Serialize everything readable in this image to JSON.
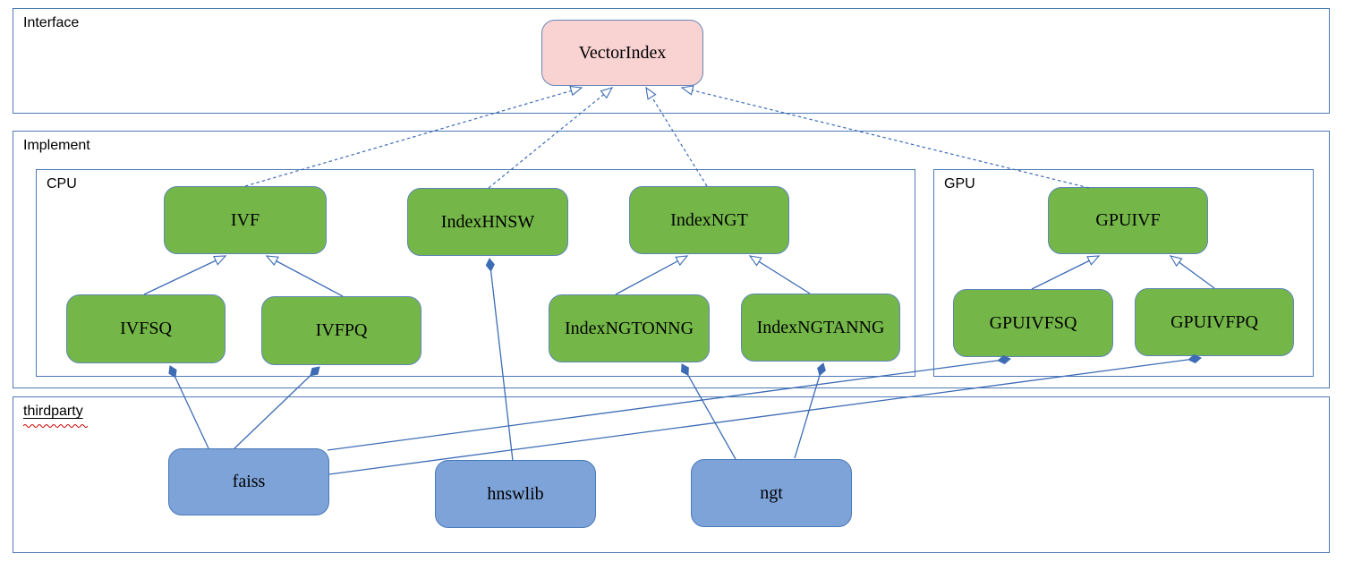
{
  "containers": {
    "interface": {
      "label": "Interface"
    },
    "implement": {
      "label": "Implement"
    },
    "cpu": {
      "label": "CPU"
    },
    "gpu": {
      "label": "GPU"
    },
    "thirdparty": {
      "label": "thirdparty"
    }
  },
  "nodes": {
    "vectorindex": {
      "label": "VectorIndex",
      "layer": "interface"
    },
    "ivf": {
      "label": "IVF",
      "layer": "implement-cpu"
    },
    "indexhnsw": {
      "label": "IndexHNSW",
      "layer": "implement-cpu"
    },
    "indexngt": {
      "label": "IndexNGT",
      "layer": "implement-cpu"
    },
    "gpuivf": {
      "label": "GPUIVF",
      "layer": "implement-gpu"
    },
    "ivfsq": {
      "label": "IVFSQ",
      "layer": "implement-cpu"
    },
    "ivfpq": {
      "label": "IVFPQ",
      "layer": "implement-cpu"
    },
    "indexngtonng": {
      "label": "IndexNGTONNG",
      "layer": "implement-cpu"
    },
    "indexngtanng": {
      "label": "IndexNGTANNG",
      "layer": "implement-cpu"
    },
    "gpuivfsq": {
      "label": "GPUIVFSQ",
      "layer": "implement-gpu"
    },
    "gpuivfpq": {
      "label": "GPUIVFPQ",
      "layer": "implement-gpu"
    },
    "faiss": {
      "label": "faiss",
      "layer": "thirdparty"
    },
    "hnswlib": {
      "label": "hnswlib",
      "layer": "thirdparty"
    },
    "ngt": {
      "label": "ngt",
      "layer": "thirdparty"
    }
  },
  "edges": [
    {
      "from": "IVF",
      "to": "VectorIndex",
      "type": "implements-dashed-hollow-arrow"
    },
    {
      "from": "IndexHNSW",
      "to": "VectorIndex",
      "type": "implements-dashed-hollow-arrow"
    },
    {
      "from": "IndexNGT",
      "to": "VectorIndex",
      "type": "implements-dashed-hollow-arrow"
    },
    {
      "from": "GPUIVF",
      "to": "VectorIndex",
      "type": "implements-dashed-hollow-arrow"
    },
    {
      "from": "IVFSQ",
      "to": "IVF",
      "type": "extends-hollow-arrow"
    },
    {
      "from": "IVFPQ",
      "to": "IVF",
      "type": "extends-hollow-arrow"
    },
    {
      "from": "IndexNGTONNG",
      "to": "IndexNGT",
      "type": "extends-hollow-arrow"
    },
    {
      "from": "IndexNGTANNG",
      "to": "IndexNGT",
      "type": "extends-hollow-arrow"
    },
    {
      "from": "GPUIVFSQ",
      "to": "GPUIVF",
      "type": "extends-hollow-arrow"
    },
    {
      "from": "GPUIVFPQ",
      "to": "GPUIVF",
      "type": "extends-hollow-arrow"
    },
    {
      "from": "faiss",
      "to": "IVFSQ",
      "type": "composition-filled-diamond"
    },
    {
      "from": "faiss",
      "to": "IVFPQ",
      "type": "composition-filled-diamond"
    },
    {
      "from": "faiss",
      "to": "GPUIVFSQ",
      "type": "composition-filled-diamond"
    },
    {
      "from": "faiss",
      "to": "GPUIVFPQ",
      "type": "composition-filled-diamond"
    },
    {
      "from": "hnswlib",
      "to": "IndexHNSW",
      "type": "composition-filled-diamond"
    },
    {
      "from": "ngt",
      "to": "IndexNGTONNG",
      "type": "composition-filled-diamond"
    },
    {
      "from": "ngt",
      "to": "IndexNGTANNG",
      "type": "composition-filled-diamond"
    }
  ],
  "colors": {
    "container_border": "#4d7ab5",
    "node_green": "#74b748",
    "node_green_border": "#5f86b8",
    "node_blue": "#7da3d8",
    "node_blue_border": "#4a7ab8",
    "node_pink": "#f9d2d2",
    "node_pink_border": "#6a86b8",
    "edge": "#3d6cb5",
    "spellcheck_red": "#cc1111",
    "text": "#000000"
  }
}
